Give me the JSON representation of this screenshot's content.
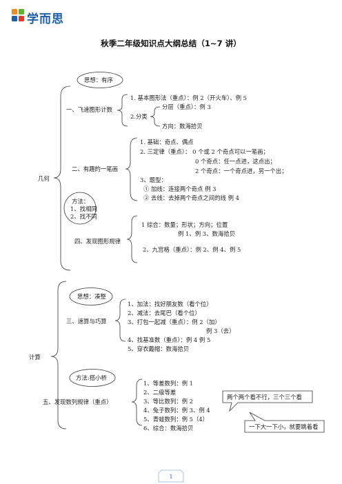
{
  "header": {
    "logo_text": "学而思",
    "logo_colors": {
      "orange": "#f08a1c",
      "green": "#5cb531",
      "blue": "#1d5fa8",
      "red": "#e03a2c"
    }
  },
  "title": "秋季二年级知识点大纲总结（1~7 讲）",
  "geometry": {
    "label": "几何",
    "idea_callout": "思想：有序",
    "method_callout": [
      "方法：",
      "1、找相同",
      "2、找不同"
    ],
    "sections": [
      {
        "heading": "一、飞速图形计数",
        "items": [
          "1.   基本图形法（重点）：例 2（开火车）、例 5"
        ],
        "sub_label": "2.分类",
        "sub_items": [
          "分层（重点）：例 3",
          "方向：数海拾贝"
        ]
      },
      {
        "heading": "二、有趣的一笔画",
        "items": [
          "1.   基础：奇点、偶点",
          "2. 三定律（重点）：   0 个或 2 个奇点可以一笔画；",
          "0 个奇点：任一点进，这点出；",
          "2 个奇点：一个奇点进，另一个出；",
          "3、题型：",
          "①   加线：连接两个奇点       例 3",
          "②   去线：去掉两个奇点之间的线    例 4"
        ]
      },
      {
        "heading": "四、发现图形规律",
        "items": [
          "1 综合：数量；形状；方向；位置",
          "例 1、例 3、数海拾贝",
          "2、九宫格（重点）：例 2、例 4、例 5"
        ]
      }
    ]
  },
  "calculation": {
    "label": "计算",
    "idea_callout": "思想：凑整",
    "method_callout": "方法:搭小桥",
    "sections": [
      {
        "heading": "三、速算与巧算",
        "items": [
          "1、加法：找好朋友数（看个位）",
          "2、减法：去尾巴（看个位）",
          "3、打包一起减（重点）：例 2（加）",
          "例 3（去）",
          "4、找基准数（重点）：例 4 例 5",
          "5、穿衣戴帽：数海拾贝"
        ]
      },
      {
        "heading": "五、发现数列规律（重点）",
        "items": [
          "1、等差数列：例 1",
          "2、二级等差",
          "3、等比数列：例 2",
          "4、兔子数列：例 3、例 4",
          "5、青蛙数列：例 5（4）",
          "6、综合：数海拾贝"
        ],
        "notes": [
          "两个两个看不行，三个三个看",
          "一下大一下小，就要跳着看"
        ]
      }
    ]
  },
  "footer": {
    "page_number": "1"
  }
}
